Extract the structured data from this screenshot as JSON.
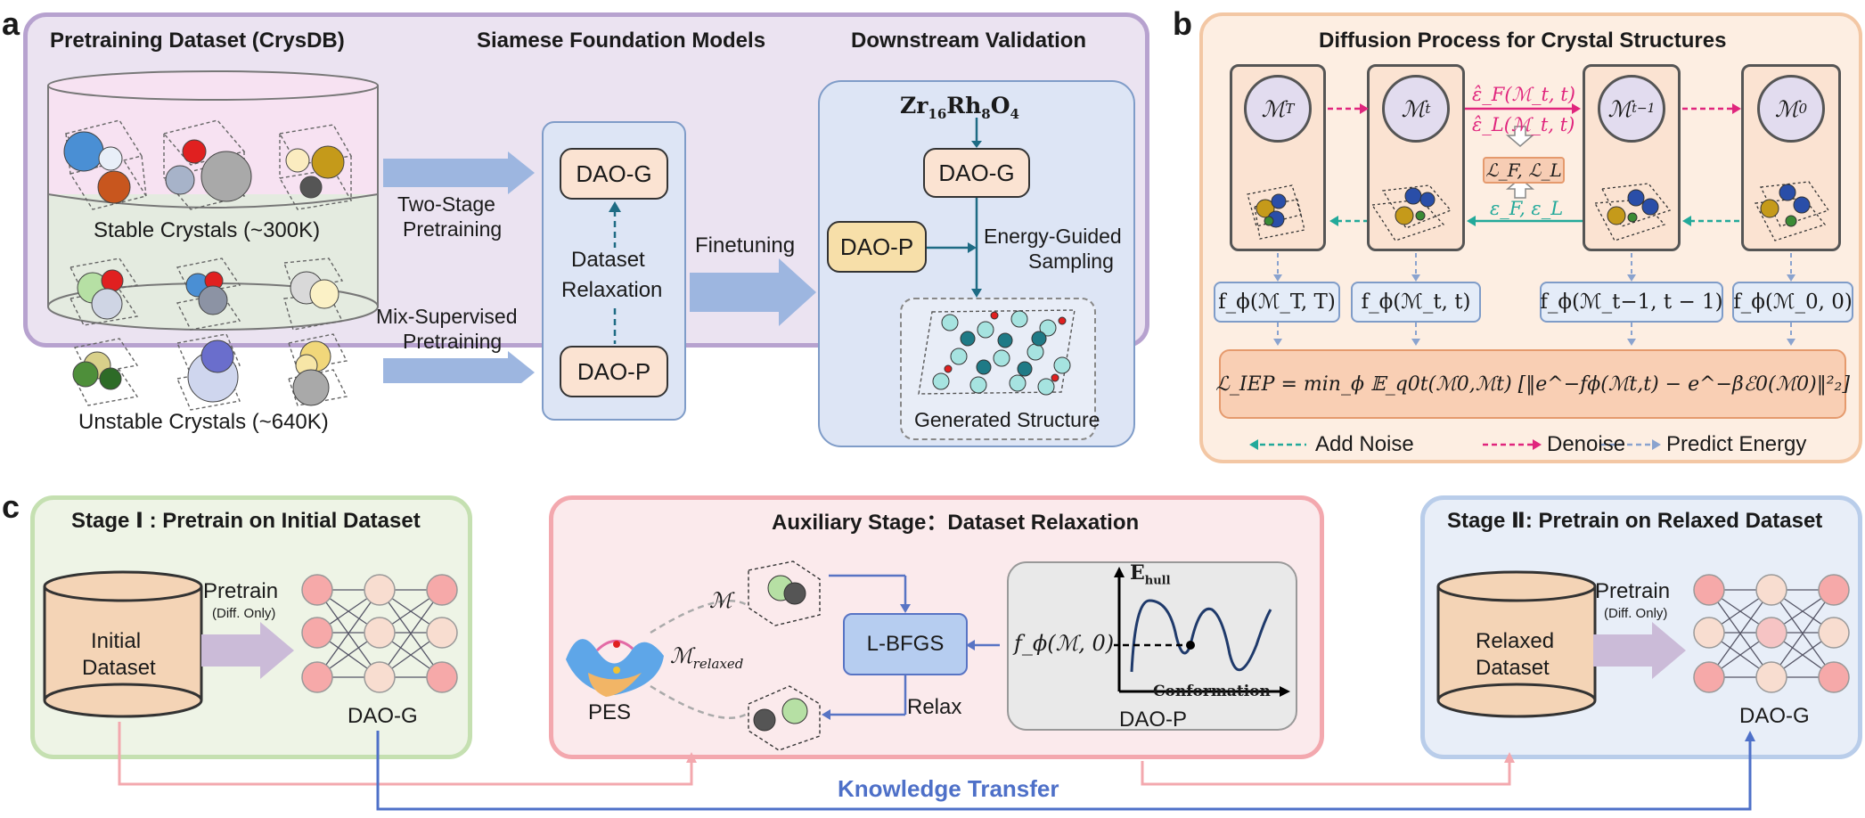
{
  "panels": {
    "a": {
      "letter": "a",
      "titles": {
        "pretraining": "Pretraining Dataset (CrysDB)",
        "siamese": "Siamese Foundation Models",
        "downstream": "Downstream Validation"
      },
      "stable": "Stable Crystals (~300K)",
      "unstable": "Unstable Crystals (~640K)",
      "two_stage": [
        "Two-Stage",
        "Pretraining"
      ],
      "mix_supervised": [
        "Mix-Supervised",
        "Pretraining"
      ],
      "dao_g": "DAO-G",
      "dao_p": "DAO-P",
      "relaxation": [
        "Dataset",
        "Relaxation"
      ],
      "finetuning": "Finetuning",
      "formula": {
        "zr": "Zr",
        "zr_sub": "16",
        "rh": "Rh",
        "rh_sub": "8",
        "o": "O",
        "o_sub": "4"
      },
      "energy_guided": [
        "Energy-Guided",
        "Sampling"
      ],
      "generated": "Generated Structure"
    },
    "b": {
      "letter": "b",
      "title": "Diffusion Process for Crystal Structures",
      "states": [
        "ℳ",
        "ℳ",
        "ℳ",
        "ℳ"
      ],
      "state_subs": [
        "T",
        "t",
        "t−1",
        "0"
      ],
      "eps_f": "ε̂_F(ℳ_t, t)",
      "eps_l": "ε̂_L(ℳ_t, t)",
      "losses": "ℒ_F, ℒ_L",
      "eps_true": "ε_F, ε_L",
      "f_boxes": [
        "f_ϕ(ℳ_T, T)",
        "f_ϕ(ℳ_t, t)",
        "f_ϕ(ℳ_t−1, t − 1)",
        "f_ϕ(ℳ_0, 0)"
      ],
      "loss_formula": "ℒ_IEP = min_ϕ 𝔼_q0t(ℳ0,ℳt) [‖e^−fϕ(ℳt,t) − e^−βℰ0(ℳ0)‖²₂]",
      "legend": [
        "Add Noise",
        "Denoise",
        "Predict Energy"
      ]
    },
    "c": {
      "letter": "c",
      "stage1_title": "Stage Ⅰ : Pretrain on Initial Dataset",
      "aux_title": "Auxiliary Stage：Dataset Relaxation",
      "stage2_title": "Stage Ⅱ: Pretrain on Relaxed Dataset",
      "initial": [
        "Initial",
        "Dataset"
      ],
      "relaxed": [
        "Relaxed",
        "Dataset"
      ],
      "pretrain": "Pretrain",
      "diff_only": "(Diff. Only)",
      "dao_g": "DAO-G",
      "pes": "PES",
      "m": "ℳ",
      "m_relaxed": "ℳ",
      "m_relaxed_sub": "relaxed",
      "lbfgs": "L-BFGS",
      "relax": "Relax",
      "f_m0": "f_ϕ(ℳ, 0)",
      "ehull": "E",
      "ehull_sub": "hull",
      "conformation": "Conformation",
      "dao_p": "DAO-P",
      "knowledge": "Knowledge Transfer"
    }
  },
  "colors": {
    "panel_a_bg": "#ebe3f1",
    "panel_a_border": "#b7a2cf",
    "panel_b_bg": "#fdeee2",
    "panel_b_border": "#f3c7a4",
    "stage1_bg": "#eef4e6",
    "stage1_border": "#c5e0b1",
    "aux_bg": "#fbeaec",
    "aux_border": "#f3a8ae",
    "stage2_bg": "#e8eef8",
    "stage2_border": "#b9cdea",
    "denoise": "#e0257d",
    "noise": "#22a99a",
    "predict": "#8aa3cf",
    "knowledge": "#4e70c8"
  }
}
